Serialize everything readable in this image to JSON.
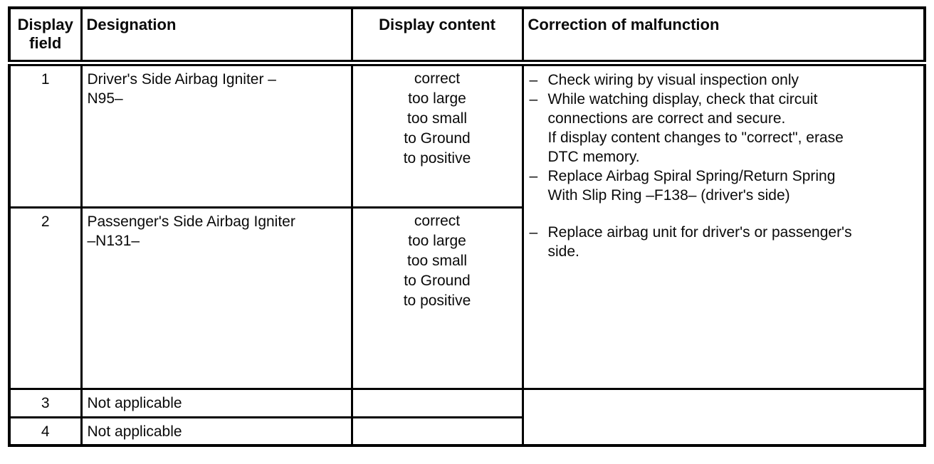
{
  "table": {
    "header": {
      "display_field": "Display\nfield",
      "designation": "Designation",
      "display_content": "Display content",
      "correction": "Correction of malfunction"
    },
    "rows": [
      {
        "field": "1",
        "designation": "Driver's Side Airbag Igniter –\nN95–",
        "display_content": "correct\ntoo large\ntoo small\nto Ground\nto positive"
      },
      {
        "field": "2",
        "designation": "Passenger's Side Airbag Igniter\n–N131–",
        "display_content": "correct\ntoo large\ntoo small\nto Ground\nto positive"
      },
      {
        "field": "3",
        "designation": "Not applicable",
        "display_content": ""
      },
      {
        "field": "4",
        "designation": "Not applicable",
        "display_content": ""
      }
    ],
    "corrections_rows_1_2": [
      {
        "marker": "–",
        "text": "Check wiring by visual inspection only"
      },
      {
        "marker": "–",
        "text": "While watching display, check that circuit\nconnections are correct and secure.\nIf display content changes to \"correct\", erase\nDTC memory."
      },
      {
        "marker": "–",
        "text": "Replace Airbag Spiral Spring/Return Spring\nWith Slip Ring –F138– (driver's side)"
      },
      {
        "marker": "–",
        "text": "Replace airbag unit for driver's or passenger's\nside."
      }
    ],
    "corrections_rows_3_4": ""
  }
}
